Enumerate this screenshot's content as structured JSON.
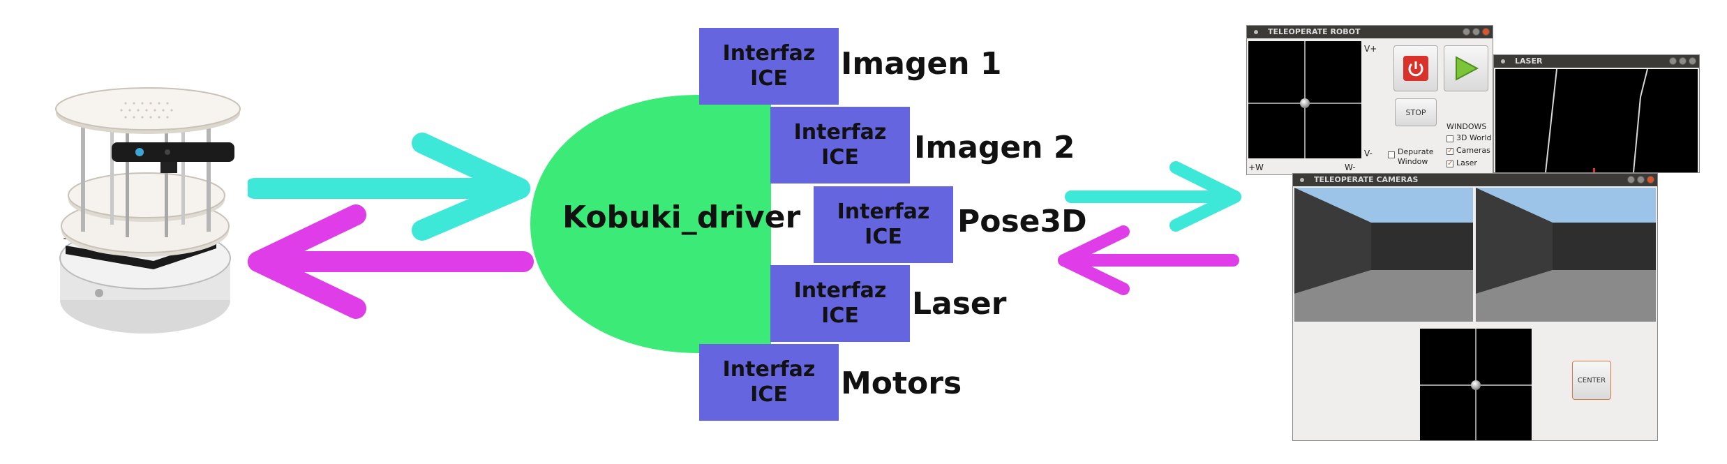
{
  "diagram": {
    "driver": {
      "label": "Kobuki_driver"
    },
    "interfaces": [
      {
        "box_line1": "Interfaz",
        "box_line2": "ICE",
        "label": "Imagen 1"
      },
      {
        "box_line1": "Interfaz",
        "box_line2": "ICE",
        "label": "Imagen 2"
      },
      {
        "box_line1": "Interfaz",
        "box_line2": "ICE",
        "label": "Pose3D"
      },
      {
        "box_line1": "Interfaz",
        "box_line2": "ICE",
        "label": "Laser"
      },
      {
        "box_line1": "Interfaz",
        "box_line2": "ICE",
        "label": "Motors"
      }
    ],
    "colors": {
      "driver": "#3bea77",
      "interface": "#6565e0",
      "arrow_in": "#3de8d8",
      "arrow_out": "#de3de8"
    },
    "robot": {
      "icon": "turtlebot-robot-image"
    }
  },
  "teleop_robot_window": {
    "title": "TELEOPERATE ROBOT",
    "v_plus": "V+",
    "v_minus": "V-",
    "w_plus": "+W",
    "w_minus": "W-",
    "stop_label": "STOP",
    "depurate_label_1": "Depurate",
    "depurate_label_2": "Window",
    "windows_heading": "WINDOWS",
    "checkboxes": [
      {
        "label": "3D World",
        "checked": false
      },
      {
        "label": "Cameras",
        "checked": true
      },
      {
        "label": "Laser",
        "checked": true
      }
    ]
  },
  "laser_window": {
    "title": "LASER"
  },
  "teleop_cameras_window": {
    "title": "TELEOPERATE CAMERAS",
    "center_label": "CENTER"
  }
}
